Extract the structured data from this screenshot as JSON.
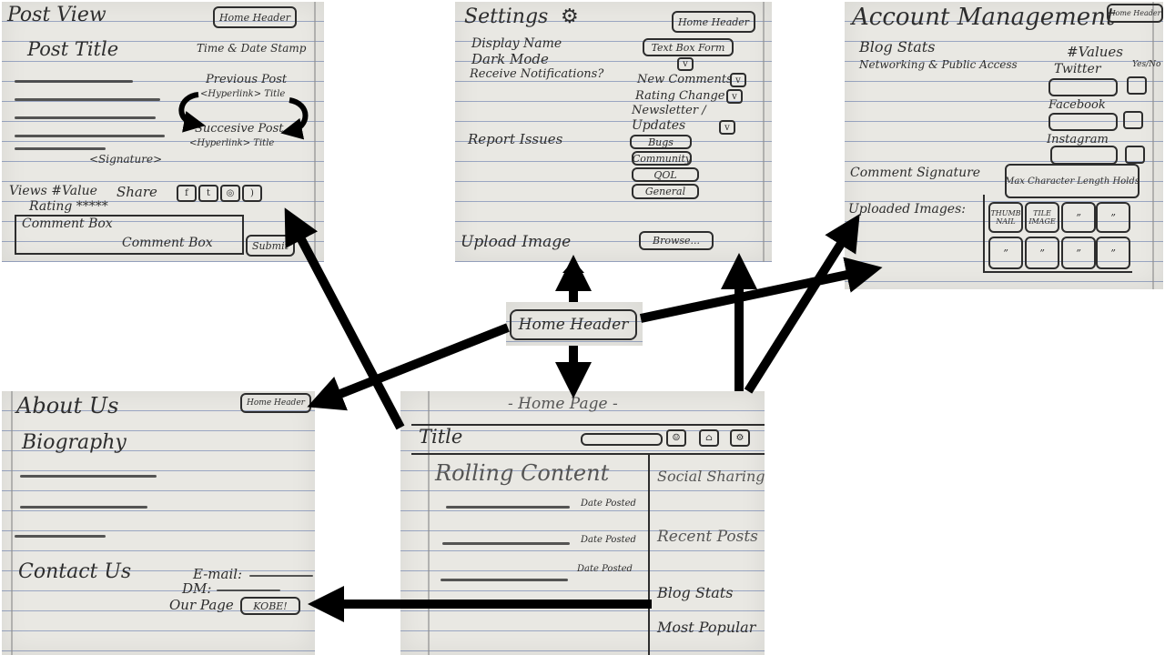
{
  "post_view": {
    "title": "Post View",
    "header_button": "Home Header",
    "post_title": "Post Title",
    "timestamp": "Time & Date Stamp",
    "previous_post": "Previous Post",
    "prev_link": "<Hyperlink> Title",
    "successive_post": "Succesive Post",
    "next_link": "<Hyperlink> Title",
    "signature": "<Signature>",
    "views": "Views #Value",
    "share": "Share",
    "rating": "Rating *****",
    "comment_box_label": "Comment Box",
    "comment_box_placeholder": "Comment Box",
    "submit": "Submit"
  },
  "settings": {
    "title": "Settings",
    "header_button": "Home Header",
    "display_name": "Display Name",
    "text_box": "Text Box Form",
    "dark_mode": "Dark Mode",
    "receive_notifications": "Receive Notifications?",
    "new_comments": "New Comments",
    "rating_change": "Rating Change",
    "newsletter": "Newsletter /",
    "updates": "Updates",
    "report_issues": "Report Issues",
    "issue_buttons": [
      "Bugs",
      "Community",
      "QOL",
      "General"
    ],
    "upload_image": "Upload Image",
    "browse": "Browse..."
  },
  "account": {
    "title": "Account Management",
    "header_button": "Home Header",
    "blog_stats": "Blog Stats",
    "values": "#Values",
    "networking": "Networking & Public Access",
    "yes_no": "Yes/No",
    "twitter": "Twitter",
    "facebook": "Facebook",
    "instagram": "Instagram",
    "comment_signature": "Comment Signature",
    "max_chars": "Max Character Length Holds",
    "uploaded_images": "Uploaded Images:",
    "thumbnail": "THUMB NAIL",
    "tile_image": "TILE IMAGE",
    "ditto": "”"
  },
  "home_header": {
    "label": "Home Header"
  },
  "about_us": {
    "title": "About Us",
    "header_button": "Home Header",
    "biography": "Biography",
    "contact_us": "Contact Us",
    "email": "E-mail:",
    "dm": "DM:",
    "our_page": "Our Page",
    "kobe": "KOBE!"
  },
  "home_page": {
    "caption": "- Home Page -",
    "title": "Title",
    "rolling_content": "Rolling Content",
    "date_posted": "Date Posted",
    "sidebar": [
      "Social Sharing",
      "Recent Posts",
      "Blog Stats",
      "Most Popular"
    ]
  }
}
